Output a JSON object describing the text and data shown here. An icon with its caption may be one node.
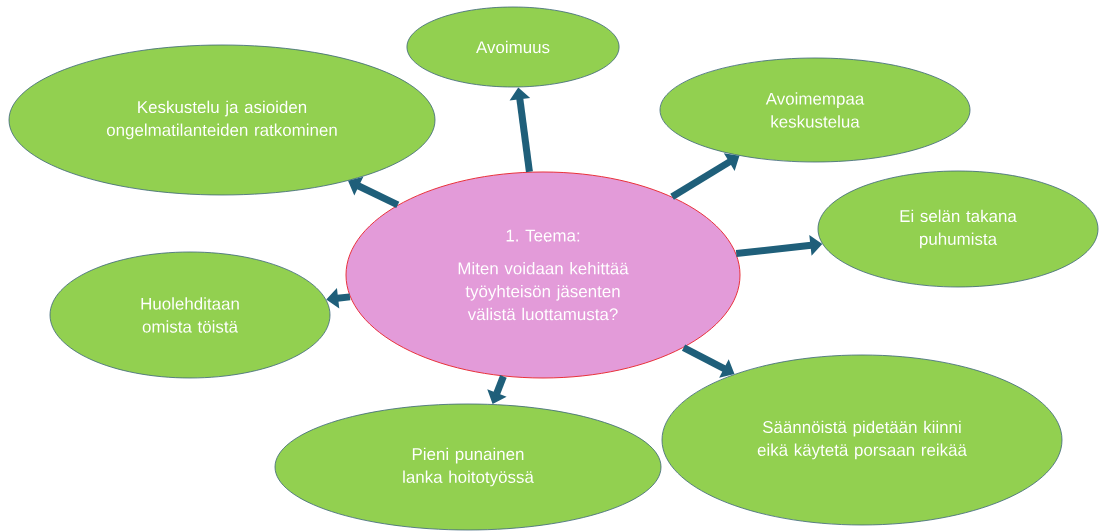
{
  "diagram": {
    "nodes": [
      {
        "text": [
          "Avoimuus"
        ]
      },
      {
        "text": [
          "Keskustelu ja asioiden ongelmatilanteiden ratkominen"
        ]
      },
      {
        "text": [
          "Avoimempaa keskustelua"
        ]
      },
      {
        "text": [
          "Ei selän takana puhumista"
        ]
      },
      {
        "text": [
          "1. Teema:",
          "Miten voidaan kehittää työyhteisön jäsenten välistä luottamusta?"
        ]
      },
      {
        "text": [
          "Huolehditaan omista töistä"
        ]
      },
      {
        "text": [
          "Säännöistä pidetään kiinni eikä käytetä porsaan reikää"
        ]
      },
      {
        "text": [
          "Pieni punainen lanka hoitotyössä"
        ]
      }
    ],
    "edges": [
      {
        "from": 4,
        "to": 0,
        "arrow": "to"
      },
      {
        "from": 4,
        "to": 1,
        "arrow": "to"
      },
      {
        "from": 4,
        "to": 2,
        "arrow": "to"
      },
      {
        "from": 4,
        "to": 3,
        "arrow": "to"
      },
      {
        "from": 4,
        "to": 5,
        "arrow": "to"
      },
      {
        "from": 4,
        "to": 6,
        "arrow": "to"
      },
      {
        "from": 4,
        "to": 7,
        "arrow": "to"
      }
    ]
  }
}
